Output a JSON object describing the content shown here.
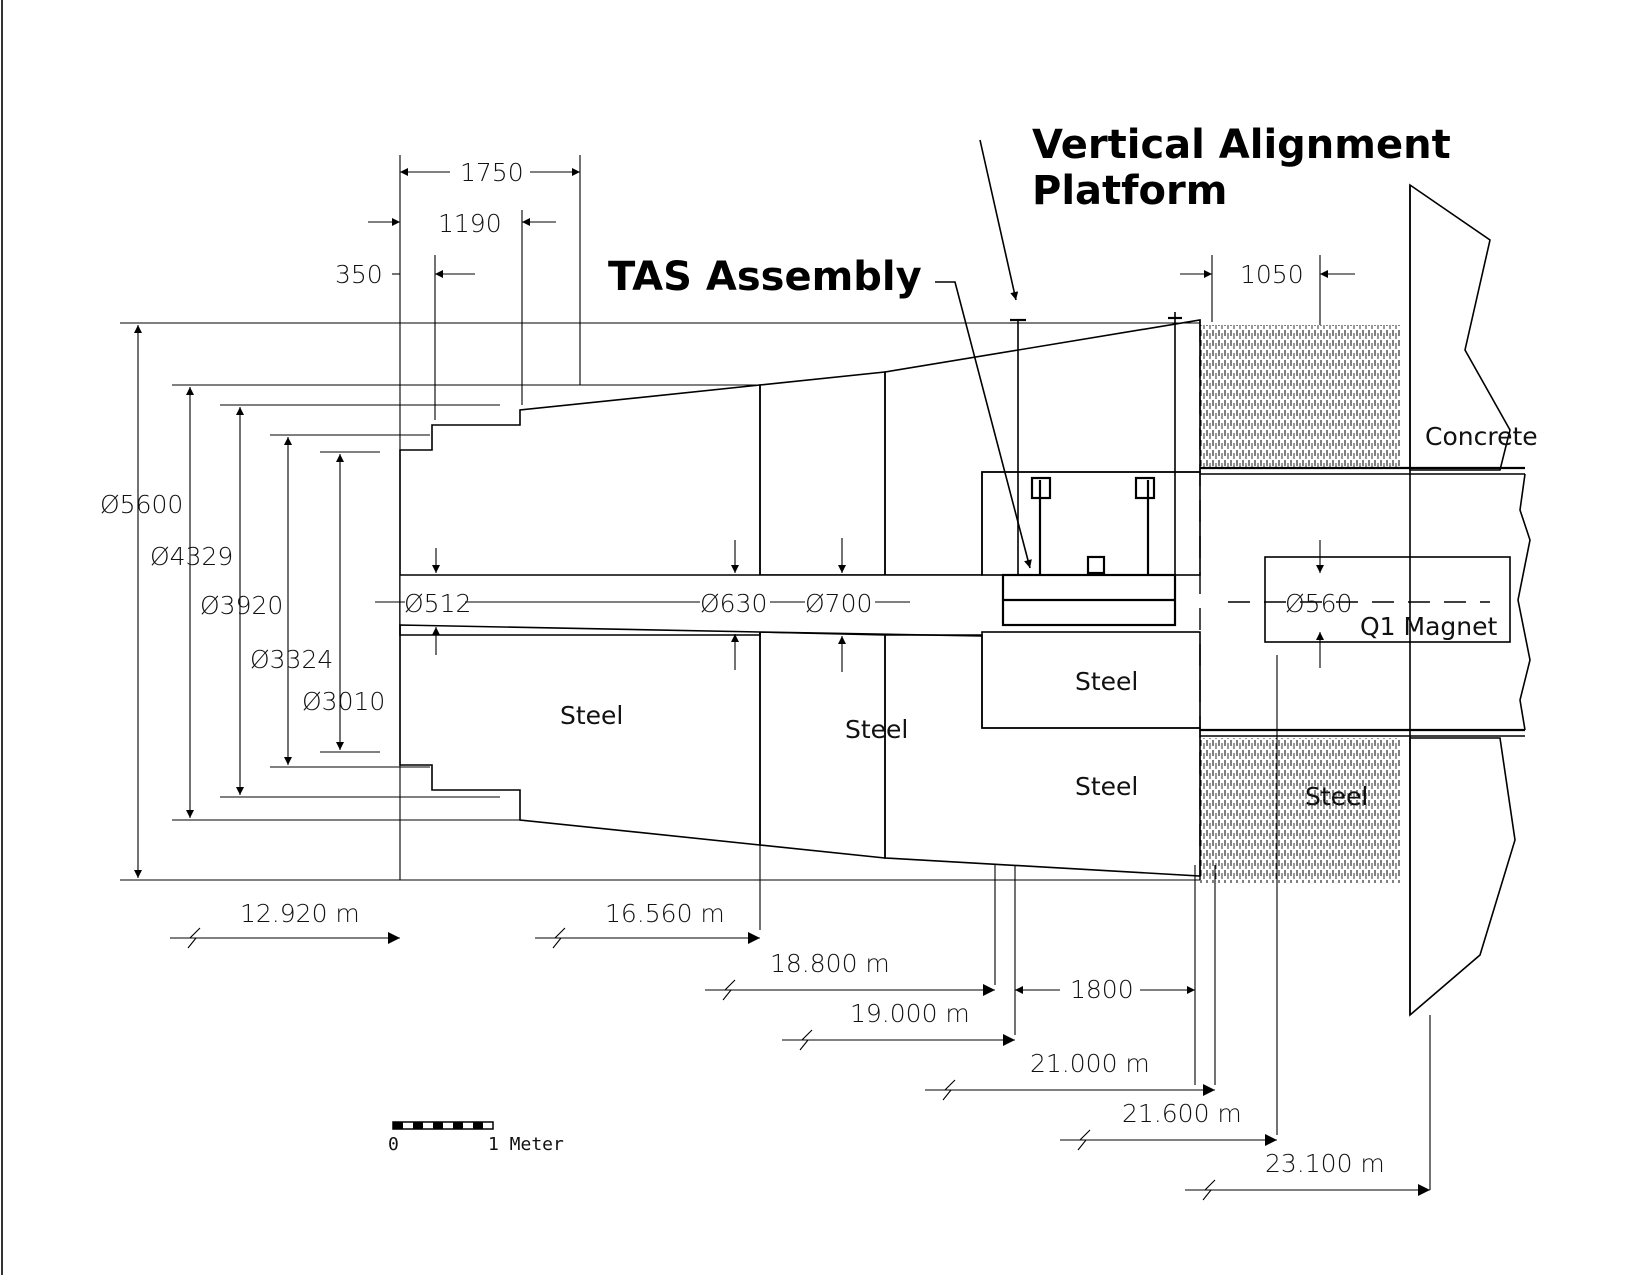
{
  "callouts": {
    "vertical_alignment_line1": "Vertical Alignment",
    "vertical_alignment_line2": "Platform",
    "tas_assembly": "TAS Assembly"
  },
  "materials": {
    "concrete": "Concrete",
    "steel": "Steel",
    "q1_magnet": "Q1 Magnet"
  },
  "top_dimensions": {
    "d1750": "1750",
    "d1190": "1190",
    "d350": "350",
    "d1050": "1050",
    "d1800": "1800"
  },
  "diameters": {
    "d5600": "Ø5600",
    "d4329": "Ø4329",
    "d3920": "Ø3920",
    "d3324": "Ø3324",
    "d3010": "Ø3010",
    "d512": "Ø512",
    "d630": "Ø630",
    "d700": "Ø700",
    "d560": "Ø560"
  },
  "positions": {
    "p12920": "12.920 m",
    "p16560": "16.560 m",
    "p18800": "18.800 m",
    "p19000": "19.000 m",
    "p21000": "21.000 m",
    "p21600": "21.600 m",
    "p23100": "23.100 m"
  },
  "scale_bar": {
    "zero": "0",
    "one": "1 Meter"
  }
}
